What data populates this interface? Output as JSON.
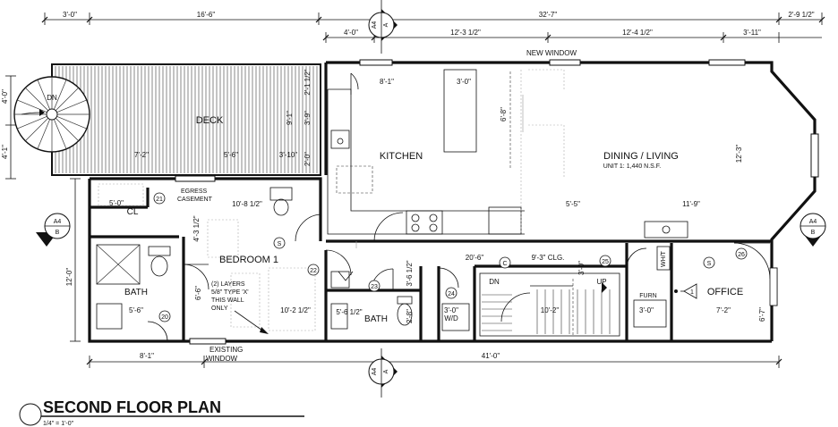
{
  "title": "SECOND FLOOR PLAN",
  "scale": "1/4\" = 1'-0\"",
  "rooms": {
    "deck": "DECK",
    "kitchen": "KITCHEN",
    "dining": "DINING / LIVING",
    "unit": "UNIT 1: 1,440 N.S.F.",
    "bedroom": "BEDROOM 1",
    "bath_left": "BATH",
    "bath_mid": "BATH",
    "closet": "CL",
    "office": "OFFICE",
    "furn": "FURN",
    "whtr": "WH/T"
  },
  "labels": {
    "new_window": "NEW WINDOW",
    "egress_1": "EGRESS",
    "egress_2": "CASEMENT",
    "existing_1": "EXISTING",
    "existing_2": "WINDOW",
    "layers_1": "(2) LAYERS",
    "layers_2": "5/8\" TYPE 'X'",
    "layers_3": "THIS WALL",
    "layers_4": "ONLY",
    "clg": "9'-3\" CLG.",
    "dn_stair": "DN",
    "dn_stairs": "DN",
    "up": "UP",
    "wd_1": "3'-0\"",
    "wd_2": "W/D"
  },
  "section_marks": {
    "sheet": "A4",
    "top": "A",
    "bottom": "A",
    "left": "B",
    "right": "B"
  },
  "dimensions": {
    "top_1": "3'-0\"",
    "top_2": "16'-6\"",
    "top_3": "32'-7\"",
    "top_4": "2'-9 1/2\"",
    "top2_1": "4'-0\"",
    "top2_2": "12'-3 1/2\"",
    "top2_3": "12'-4 1/2\"",
    "top2_4": "3'-11\"",
    "bottom_1": "8'-1\"",
    "bottom_2": "41'-0\"",
    "left_1": "4'-0\"",
    "left_2": "4'-1\"",
    "left_3": "12'-0\"",
    "d_8_1": "8'-1\"",
    "d_3_0": "3'-0\"",
    "d_6_8": "6'-8\"",
    "d_2_1": "2'-1 1/2\"",
    "d_3_9": "3'-9\"",
    "d_9_1": "9'-1\"",
    "d_2_0": "2'-0\"",
    "d_7_2a": "7'-2\"",
    "d_5_6a": "5'-6\"",
    "d_3_10": "3'-10\"",
    "d_12_3": "12'-3\"",
    "d_10_8": "10'-8 1/2\"",
    "d_5_0": "5'-0\"",
    "d_4_3": "4'-3 1/2\"",
    "d_5_5": "5'-5\"",
    "d_11_9": "11'-9\"",
    "d_20_6": "20'-6\"",
    "d_3_6": "3'-6 1/2\"",
    "d_3_0b": "3'-0\"",
    "d_6_6": "6'-6\"",
    "d_5_6b": "5'-6\"",
    "d_10_2": "10'-2 1/2\"",
    "d_5_6c": "5'-6 1/2\"",
    "d_2_8": "2'-8\"",
    "d_10_2b": "10'-2\"",
    "d_3_0c": "3'-0\"",
    "d_7_2b": "7'-2\"",
    "d_6_7": "6'-7\""
  },
  "tags": {
    "t21": "21",
    "t22": "22",
    "t23": "23",
    "t24": "24",
    "t25": "25",
    "t26": "26",
    "t20": "20",
    "smoke": "S",
    "co": "C",
    "keynote": "1"
  }
}
